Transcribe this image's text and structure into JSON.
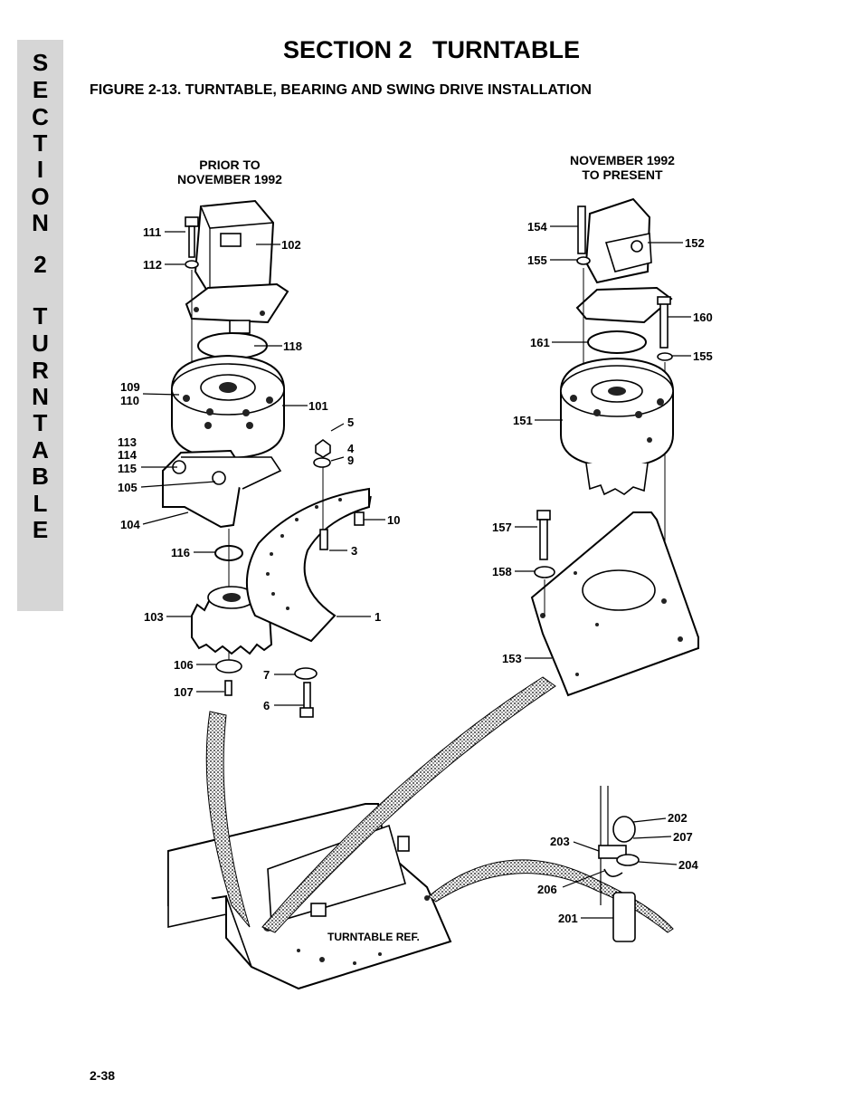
{
  "side_tab": {
    "letters": [
      "S",
      "E",
      "C",
      "T",
      "I",
      "O",
      "N",
      "",
      "2",
      "",
      "T",
      "U",
      "R",
      "N",
      "T",
      "A",
      "B",
      "L",
      "E"
    ]
  },
  "header": {
    "title": "SECTION 2   TURNTABLE"
  },
  "figure": {
    "caption": "FIGURE 2-13.  TURNTABLE, BEARING AND SWING DRIVE INSTALLATION",
    "left_heading_line1": "PRIOR TO",
    "left_heading_line2": "NOVEMBER 1992",
    "right_heading_line1": "NOVEMBER 1992",
    "right_heading_line2": "TO PRESENT",
    "turntable_ref": "TURNTABLE REF.",
    "callouts": {
      "c111": "111",
      "c112": "112",
      "c102": "102",
      "c118": "118",
      "c109": "109",
      "c110": "110",
      "c101": "101",
      "c5": "5",
      "c113": "113",
      "c114": "114",
      "c115": "115",
      "c4": "4",
      "c9": "9",
      "c105": "105",
      "c104": "104",
      "c10": "10",
      "c116": "116",
      "c3": "3",
      "c103": "103",
      "c1": "1",
      "c106": "106",
      "c7": "7",
      "c107": "107",
      "c6": "6",
      "c154": "154",
      "c152": "152",
      "c155a": "155",
      "c160": "160",
      "c161": "161",
      "c155b": "155",
      "c151": "151",
      "c157": "157",
      "c158": "158",
      "c153": "153",
      "c202": "202",
      "c203": "203",
      "c207": "207",
      "c204": "204",
      "c206": "206",
      "c201": "201"
    }
  },
  "footer": {
    "page_number": "2-38"
  }
}
